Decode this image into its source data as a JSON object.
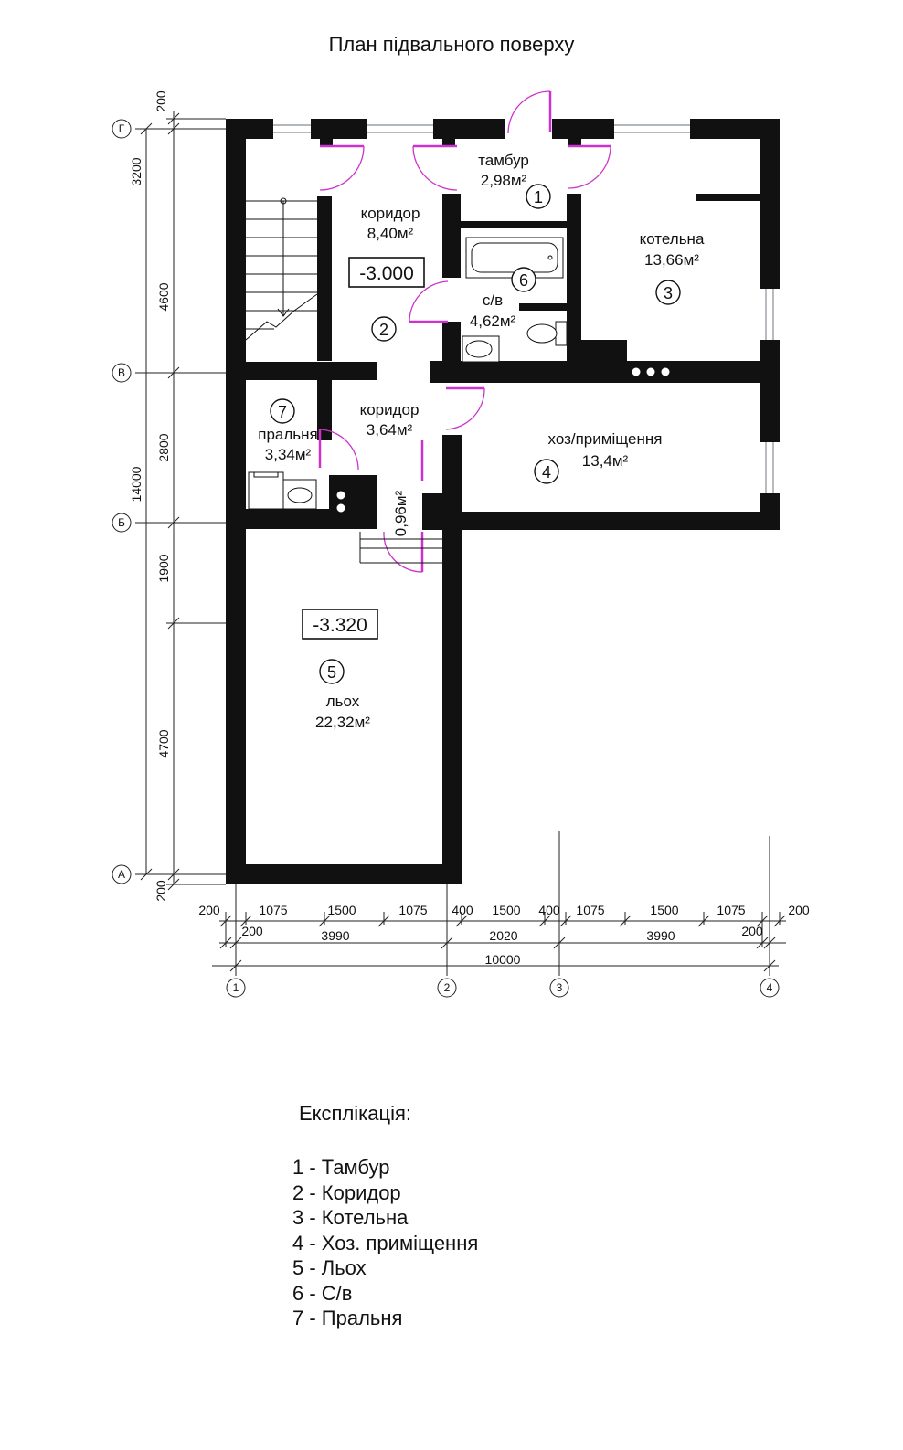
{
  "title": "План підвального поверху",
  "rooms": [
    {
      "id": "tambur",
      "name": "тамбур",
      "area": "2,98м²",
      "num": "1"
    },
    {
      "id": "koryd1",
      "name": "коридор",
      "area": "8,40м²",
      "num": ""
    },
    {
      "id": "kotelna",
      "name": "котельна",
      "area": "13,66м²",
      "num": "3"
    },
    {
      "id": "sv",
      "name": "с/в",
      "area": "4,62м²",
      "num": "6"
    },
    {
      "id": "koryd2",
      "name": "коридор",
      "area": "3,64м²",
      "num": "2"
    },
    {
      "id": "hoz",
      "name": "хоз/приміщення",
      "area": "13,4м²",
      "num": "4"
    },
    {
      "id": "pralnia",
      "name": "пральня",
      "area": "3,34м²",
      "num": "7"
    },
    {
      "id": "lioh",
      "name": "льох",
      "area": "22,32м²",
      "num": "5"
    }
  ],
  "small_area": "0,96м²",
  "levels": [
    "-3.000",
    "-3.320"
  ],
  "axes_rows": [
    "Г",
    "В",
    "Б",
    "А"
  ],
  "axes_cols": [
    "1",
    "2",
    "3",
    "4"
  ],
  "left_dims": [
    "200",
    "3200",
    "4600",
    "2800",
    "1900",
    "4700",
    "200"
  ],
  "left_total": "14000",
  "bottom_dims_row1": [
    "200",
    "1075",
    "1500",
    "1075",
    "400",
    "1500",
    "400",
    "1075",
    "1500",
    "1075",
    "200"
  ],
  "bottom_dims_row2": [
    "200",
    "3990",
    "2020",
    "3990",
    "200"
  ],
  "bottom_total": "10000",
  "explication": {
    "heading": "Експлікація:",
    "items": [
      "1 - Тамбур",
      "2 - Коридор",
      "3 - Котельна",
      "4 - Хоз. приміщення",
      "5 - Льох",
      "6 - С/в",
      "7 - Пральня"
    ]
  },
  "colors": {
    "wall": "#111111",
    "door": "#cc33cc",
    "window": "#9aa0a6",
    "line": "#222222"
  }
}
